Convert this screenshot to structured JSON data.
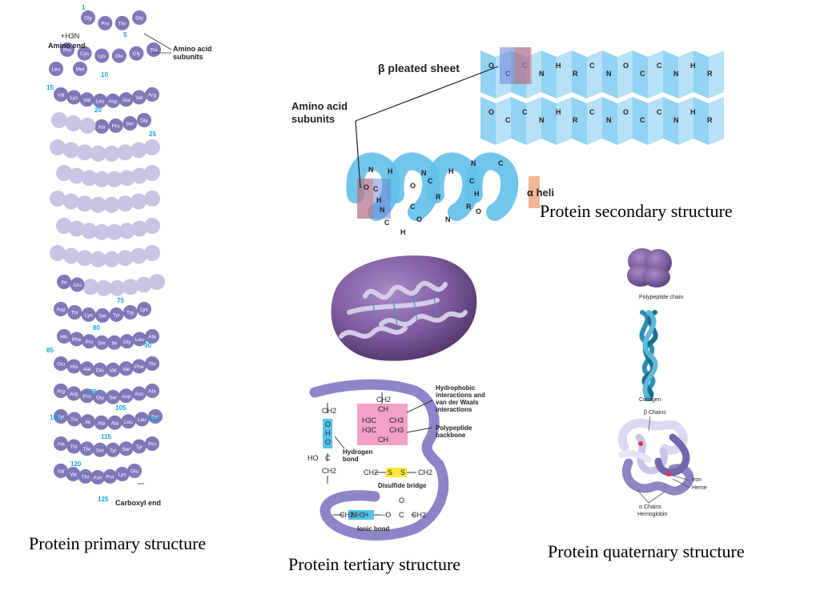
{
  "captions": {
    "primary": "Protein primary structure",
    "secondary": "Protein secondary structure",
    "tertiary": "Protein tertiary structure",
    "quaternary": "Protein quaternary structure"
  },
  "primary": {
    "amino_end_formula": "+H3N",
    "amino_end_label": "Amino end",
    "subunits_label": "Amino acid subunits",
    "carboxyl_end_label": "Carboxyl end",
    "residue_numbers": [
      "1",
      "5",
      "10",
      "15",
      "20",
      "25",
      "75",
      "80",
      "85",
      "90",
      "95",
      "100",
      "105",
      "110",
      "115",
      "120",
      "125"
    ],
    "residues_top": [
      "Gly",
      "Pro",
      "Thr",
      "Gly",
      "Thr",
      "Gly",
      "Glu",
      "Lys",
      "Cys",
      "Pro",
      "Leu",
      "Met",
      "Val",
      "Lys",
      "Val",
      "Leu",
      "Asp",
      "Ala",
      "Val",
      "Arg",
      "Gly",
      "Ser",
      "Pro",
      "Ala"
    ],
    "residues_bottom": [
      "Glu",
      "Ile",
      "Asp",
      "Thr",
      "Lys",
      "Ser",
      "Tyr",
      "Trp",
      "Lys",
      "Ala",
      "Leu",
      "Gly",
      "Ile",
      "Ser",
      "Pro",
      "Phe",
      "His",
      "Glu",
      "His",
      "Ala",
      "Glu",
      "Val",
      "Val",
      "Phe",
      "Thr",
      "Ala",
      "Asn",
      "Asp",
      "Ser",
      "Gly",
      "Pro",
      "Arg",
      "Arg",
      "Tyr",
      "Thr",
      "Ile",
      "Ala",
      "Ala",
      "Leu",
      "Leu",
      "Ser",
      "Pro",
      "Tyr",
      "Ser",
      "Tyr",
      "Ser",
      "Thr",
      "Thr",
      "Ala",
      "Val",
      "Val",
      "Thr",
      "Asn",
      "Pro",
      "Lys",
      "Glu"
    ]
  },
  "secondary": {
    "beta_label": "β pleated sheet",
    "subunits_label": "Amino acid subunits",
    "alpha_label": "α heli"
  },
  "tertiary": {
    "labels": {
      "hydrophobic": "Hydrophobic interactions and van der Waals interactions",
      "backbone": "Polypeptide backbone",
      "hydrogen": "Hydrogen bond",
      "disulfide": "Disulfide bridge",
      "ionic": "Ionic bond"
    },
    "chem": {
      "ch2": "CH2",
      "o": "O",
      "h": "H",
      "ho": "HO",
      "c": "C",
      "ch": "CH",
      "h3c": "H3C",
      "ch3": "CH3",
      "s": "S",
      "nh3": "NH3+",
      "ominus": "−O",
      "o_top": "O"
    }
  },
  "quaternary": {
    "polypeptide_label": "Polypeptide chain",
    "collagen_label": "Collagen",
    "beta_chains_label": "β Chains",
    "iron_label": "Iron",
    "heme_label": "Heme",
    "alpha_chains_label": "α Chains",
    "hemoglobin_label": "Hemoglobin"
  },
  "colors": {
    "residue": "#7f78b8",
    "residue_faded": "#c9c4e4",
    "number": "#1aa3d9",
    "helix_blue": "#62c0ea",
    "sheet_blue": "#a9dcf5",
    "purple_blob": "#7c5a9c",
    "pink": "#f2a2c6",
    "collagen": "#2f8fb3",
    "hemoglobin": "#b7b2dc"
  }
}
